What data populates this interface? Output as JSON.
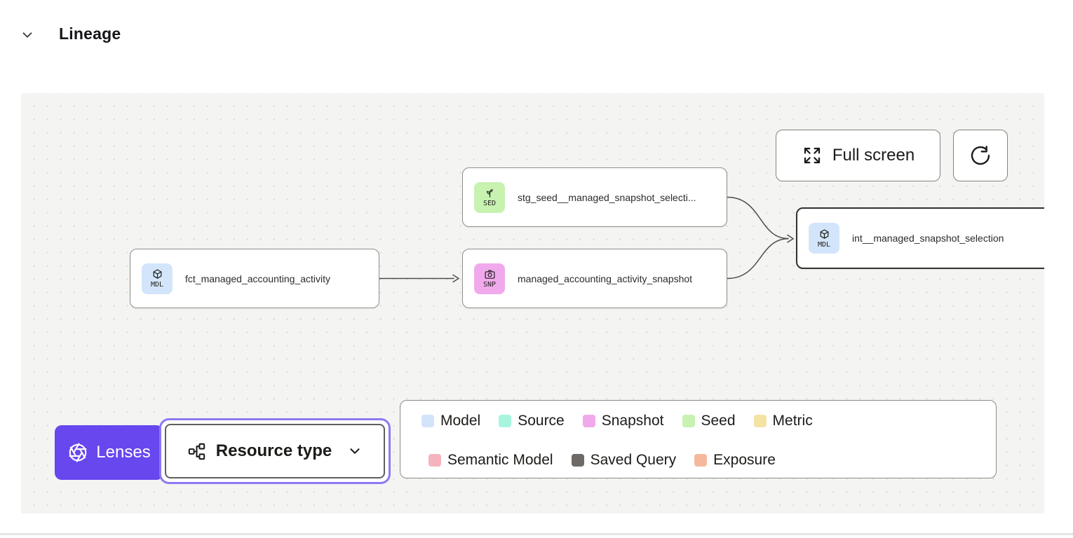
{
  "header": {
    "title": "Lineage"
  },
  "toolbar": {
    "full_screen_label": "Full screen",
    "refresh_icon": "refresh-icon",
    "full_screen_icon": "expand-arrows-icon"
  },
  "canvas": {
    "nodes": [
      {
        "id": "stg_seed__managed_snapshot_selection",
        "label": "stg_seed__managed_snapshot_selecti...",
        "badge": "SED",
        "type": "seed",
        "badge_color": "#c7f2b0",
        "icon": "sprout-icon",
        "selected": false
      },
      {
        "id": "fct_managed_accounting_activity",
        "label": "fct_managed_accounting_activity",
        "badge": "MDL",
        "type": "model",
        "badge_color": "#d3e5fa",
        "icon": "cube-icon",
        "selected": false
      },
      {
        "id": "managed_accounting_activity_snapshot",
        "label": "managed_accounting_activity_snapshot",
        "badge": "SNP",
        "type": "snapshot",
        "badge_color": "#f0aaec",
        "icon": "camera-icon",
        "selected": false
      },
      {
        "id": "int__managed_snapshot_selection",
        "label": "int__managed_snapshot_selection",
        "badge": "MDL",
        "type": "model",
        "badge_color": "#d3e5fa",
        "icon": "cube-icon",
        "selected": true
      }
    ],
    "edges": [
      {
        "from": "fct_managed_accounting_activity",
        "to": "managed_accounting_activity_snapshot"
      },
      {
        "from": "stg_seed__managed_snapshot_selection",
        "to": "int__managed_snapshot_selection"
      },
      {
        "from": "managed_accounting_activity_snapshot",
        "to": "int__managed_snapshot_selection"
      }
    ],
    "edge_color": "#4f4d49",
    "selected_border_color": "#34322f"
  },
  "lenses": {
    "label": "Lenses",
    "button_color": "#6847ee",
    "focus_ring_color": "#8d7af3",
    "icon": "aperture-icon"
  },
  "resource_type": {
    "label": "Resource type",
    "icon": "hierarchy-icon",
    "state": "expanded-selector"
  },
  "legend": {
    "rows": [
      [
        {
          "label": "Model",
          "color": "#d3e3fa"
        },
        {
          "label": "Source",
          "color": "#a8f5df"
        },
        {
          "label": "Snapshot",
          "color": "#f0aaec"
        },
        {
          "label": "Seed",
          "color": "#c7f2b0"
        },
        {
          "label": "Metric",
          "color": "#f5e3a4"
        }
      ],
      [
        {
          "label": "Semantic Model",
          "color": "#f5b3bf"
        },
        {
          "label": "Saved Query",
          "color": "#6e6a65"
        },
        {
          "label": "Exposure",
          "color": "#f5b89c"
        }
      ]
    ]
  }
}
